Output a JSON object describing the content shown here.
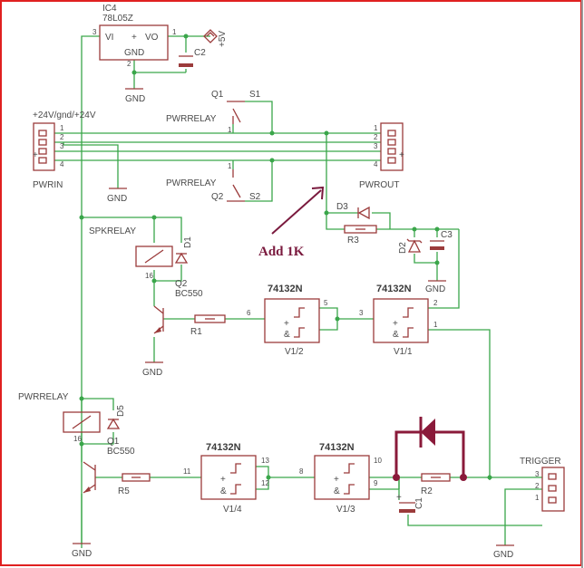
{
  "labels": {
    "ic4": "IC4",
    "reg_part": "78L05Z",
    "reg_vi": "VI",
    "reg_plus": "+",
    "reg_vo": "VO",
    "reg_gnd": "GND",
    "plus5v": "+5V",
    "c2": "C2",
    "gnd": "GND",
    "pwrin_top": "+24V/gnd/+24V",
    "pwrin": "PWRIN",
    "pwrout": "PWROUT",
    "q1": "Q1",
    "q2": "Q2",
    "s1": "S1",
    "s2": "S2",
    "pwrrelay": "PWRRELAY",
    "d3": "D3",
    "r3": "R3",
    "d2": "D2",
    "c3": "C3",
    "spkrelay": "SPKRELAY",
    "d1": "D1",
    "bc550": "BC550",
    "r1": "R1",
    "ic_part": "74132N",
    "v1_1": "V1/1",
    "v1_2": "V1/2",
    "v1_3": "V1/3",
    "v1_4": "V1/4",
    "d5": "D5",
    "r5": "R5",
    "r2": "R2",
    "c1": "C1",
    "trigger": "TRIGGER",
    "amp": "&",
    "plus": "+",
    "pin_plus": "+"
  },
  "annotation": "Add 1K",
  "pins": {
    "one": "1",
    "two": "2",
    "three": "3",
    "four": "4",
    "five": "5",
    "six": "6",
    "eight": "8",
    "nine": "9",
    "ten": "10",
    "eleven": "11",
    "twelve": "12",
    "thirteen": "13",
    "sixteen": "16"
  }
}
